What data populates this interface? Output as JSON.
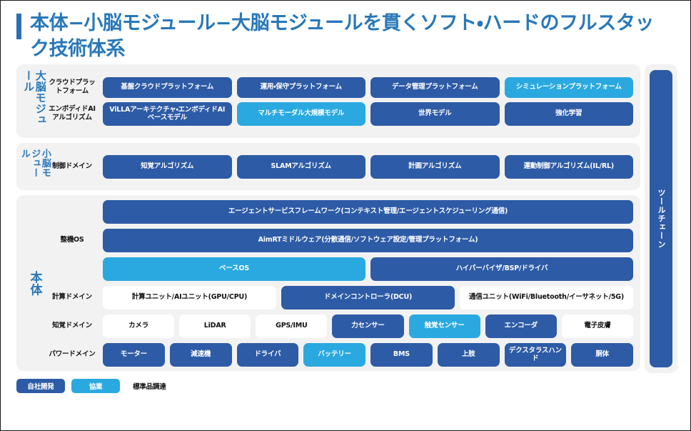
{
  "title": "本体−小脳モジュール−大脳モジュールを貫くソフト・ハードのフルスタック技術体系",
  "colors": {
    "accent": "#2878b8",
    "navy": "#2d5ba6",
    "cyan": "#2aa9e0",
    "panel_bg": "#f2f2f2",
    "white": "#ffffff"
  },
  "sections": [
    {
      "id": "cerebrum",
      "label": "大脳モジュール",
      "rows": [
        {
          "label": "クラウドプラットフォーム",
          "cells": [
            {
              "text": "基盤クラウドプラットフォーム",
              "style": "navy"
            },
            {
              "text": "運用・保守プラットフォーム",
              "style": "navy"
            },
            {
              "text": "データ管理プラットフォーム",
              "style": "navy"
            },
            {
              "text": "シミュレーションプラットフォーム",
              "style": "cyan"
            }
          ]
        },
        {
          "label": "エンボディドAIアルゴリズム",
          "cells": [
            {
              "text": "ViLLAアーキテクチャ・エンボディドAIベースモデル",
              "style": "navy"
            },
            {
              "text": "マルチモーダル大規模モデル",
              "style": "cyan"
            },
            {
              "text": "世界モデル",
              "style": "navy"
            },
            {
              "text": "強化学習",
              "style": "navy"
            }
          ]
        }
      ]
    },
    {
      "id": "cerebellum",
      "label": "小脳モジュール",
      "rows": [
        {
          "label": "制御ドメイン",
          "cells": [
            {
              "text": "知覚アルゴリズム",
              "style": "navy"
            },
            {
              "text": "SLAMアルゴリズム",
              "style": "navy"
            },
            {
              "text": "計画アルゴリズム",
              "style": "navy"
            },
            {
              "text": "運動制御アルゴリズム(IL/RL)",
              "style": "navy"
            }
          ]
        }
      ]
    },
    {
      "id": "body",
      "label": "本体",
      "rows": [
        {
          "label": "",
          "cells": [
            {
              "text": "エージェントサービスフレームワーク(コンテキスト管理/エージェントスケジューリング通信)",
              "style": "navy",
              "span": 4
            }
          ]
        },
        {
          "label": "整機OS",
          "cells": [
            {
              "text": "AimRTミドルウェア(分散通信/ソフトウェア設定/管理プラットフォーム)",
              "style": "navy",
              "span": 4
            }
          ]
        },
        {
          "label": "",
          "cells": [
            {
              "text": "ベースOS",
              "style": "cyan"
            },
            {
              "text": "ハイパーバイザ/BSP/ドライバ",
              "style": "navy"
            }
          ]
        },
        {
          "label": "計算ドメイン",
          "cells": [
            {
              "text": "計算ユニット/AIユニット(GPU/CPU)",
              "style": "white"
            },
            {
              "text": "ドメインコントローラ(DCU)",
              "style": "navy"
            },
            {
              "text": "通信ユニット(WiFi/Bluetooth/イーサネット/5G)",
              "style": "white"
            }
          ]
        },
        {
          "label": "知覚ドメイン",
          "cells": [
            {
              "text": "カメラ",
              "style": "white"
            },
            {
              "text": "LiDAR",
              "style": "white"
            },
            {
              "text": "GPS/IMU",
              "style": "white"
            },
            {
              "text": "力センサー",
              "style": "navy"
            },
            {
              "text": "触覚センサー",
              "style": "cyan"
            },
            {
              "text": "エンコーダ",
              "style": "navy"
            },
            {
              "text": "電子皮膚",
              "style": "white"
            }
          ]
        },
        {
          "label": "パワードメイン",
          "cells": [
            {
              "text": "モーター",
              "style": "navy"
            },
            {
              "text": "減速機",
              "style": "navy"
            },
            {
              "text": "ドライバ",
              "style": "navy"
            },
            {
              "text": "バッテリー",
              "style": "cyan"
            },
            {
              "text": "BMS",
              "style": "navy"
            },
            {
              "text": "上肢",
              "style": "navy"
            },
            {
              "text": "デクスタラスハンド",
              "style": "navy"
            },
            {
              "text": "胴体",
              "style": "navy"
            }
          ]
        }
      ]
    }
  ],
  "toolchain": {
    "label": "ツールチェーン"
  },
  "legend": {
    "items": [
      {
        "text": "自社開発",
        "style": "navy"
      },
      {
        "text": "協業",
        "style": "cyan"
      },
      {
        "text": "標準品調達",
        "style": "plain"
      }
    ]
  }
}
